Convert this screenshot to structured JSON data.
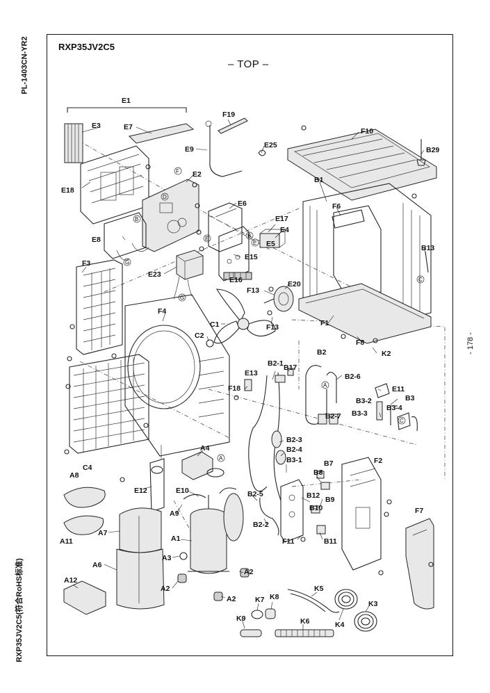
{
  "header": {
    "model": "RXP35JV2C5",
    "view_title": "– TOP –",
    "side_top": "PL-1403CN-YR2",
    "side_bottom": "RXP35JV2C5(符合RoHS标准)",
    "page_number": "- 178 -"
  },
  "parts": {
    "E1": "E1",
    "E3": "E3",
    "E7": "E7",
    "E18": "E18",
    "E2": "E2",
    "E8": "E8",
    "E6": "E6",
    "E17": "E17",
    "E4": "E4",
    "E5": "E5",
    "E15": "E15",
    "E16": "E16",
    "E23": "E23",
    "F19": "F19",
    "E9": "E9",
    "E25": "E25",
    "F10": "F10",
    "B29": "B29",
    "B1": "B1",
    "F6": "F6",
    "B13": "B13",
    "F13a": "F13",
    "E20": "E20",
    "F13b": "F13",
    "F1": "F1",
    "F8": "F8",
    "K2": "K2",
    "F3": "F3",
    "F4": "F4",
    "C1": "C1",
    "C2": "C2",
    "B2": "B2",
    "E13": "E13",
    "B2-1": "B2-1",
    "B17": "B17",
    "B2-6": "B2-6",
    "E11": "E11",
    "B3": "B3",
    "B3-2": "B3-2",
    "B3-4": "B3-4",
    "B3-3": "B3-3",
    "F18": "F18",
    "B2-7": "B2-7",
    "C4": "C4",
    "A4": "A4",
    "B2-3": "B2-3",
    "B2-4": "B2-4",
    "B3-1": "B3-1",
    "F2": "F2",
    "B7": "B7",
    "B8": "B8",
    "A8": "A8",
    "E12": "E12",
    "E10": "E10",
    "B2-5": "B2-5",
    "B12": "B12",
    "B9": "B9",
    "A9": "A9",
    "B10": "B10",
    "F7": "F7",
    "B2-2": "B2-2",
    "A7": "A7",
    "A11": "A11",
    "A1": "A1",
    "F11": "F11",
    "B11": "B11",
    "A3": "A3",
    "A6": "A6",
    "A2a": "A2",
    "A12": "A12",
    "A2b": "A2",
    "A2c": "A2",
    "K5": "K5",
    "K7": "K7",
    "K8": "K8",
    "K3": "K3",
    "K4": "K4",
    "K9": "K9",
    "K6": "K6"
  },
  "callouts": {
    "A": "A",
    "B": "B",
    "C": "C",
    "D": "D",
    "E": "E",
    "F": "F",
    "G": "G"
  }
}
